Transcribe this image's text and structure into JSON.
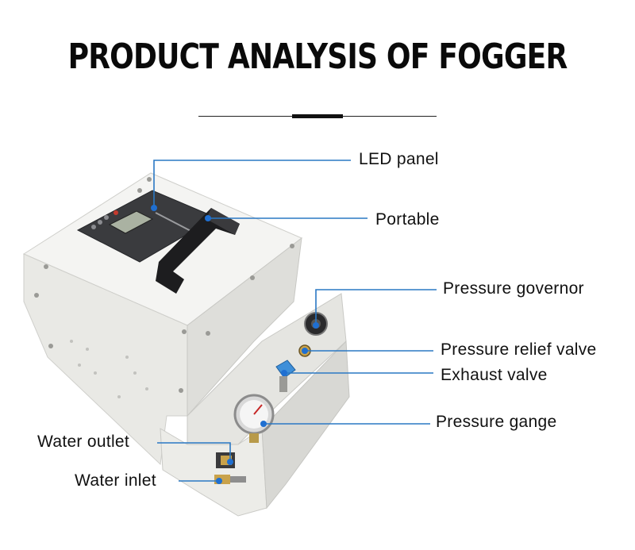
{
  "title": "PRODUCT ANALYSIS OF FOGGER",
  "labels": {
    "led_panel": "LED panel",
    "portable": "Portable",
    "pressure_governor": "Pressure governor",
    "pressure_relief_valve": "Pressure relief valve",
    "exhaust_valve": "Exhaust valve",
    "pressure_gauge": "Pressure gange",
    "water_outlet": "Water outlet",
    "water_inlet": "Water inlet"
  },
  "colors": {
    "callout_line": "#2a78c4",
    "callout_dot": "#1f6fd1",
    "body": "#ebebe7",
    "panel": "#3a3b3e"
  }
}
